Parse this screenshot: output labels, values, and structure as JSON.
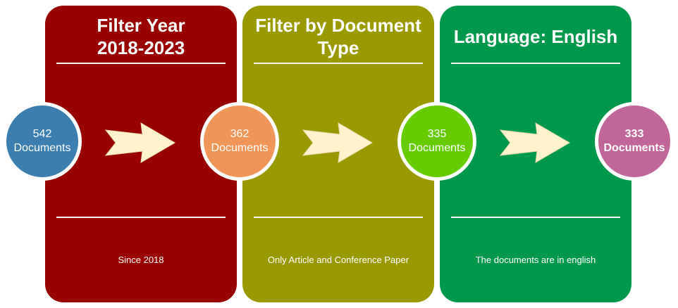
{
  "colors": {
    "panel_1": "#990000",
    "panel_2": "#999900",
    "panel_3": "#00994c",
    "circle_1": "#3b7eaf",
    "circle_2": "#f09558",
    "circle_3": "#66cc00",
    "circle_4": "#c06699",
    "arrow_fill": "#fff2cc"
  },
  "panels": [
    {
      "title_line1": "Filter Year",
      "title_line2": "2018-2023",
      "note": "Since 2018"
    },
    {
      "title_line1": "Filter by Document",
      "title_line2": "Type",
      "note": "Only Article and Conference Paper"
    },
    {
      "title_line1": "Language: English",
      "title_line2": "",
      "note": "The documents are in english"
    }
  ],
  "counts": [
    {
      "value": "542",
      "label": "Documents"
    },
    {
      "value": "362",
      "label": "Documents"
    },
    {
      "value": "335",
      "label": "Documents"
    },
    {
      "value": "333",
      "label": "Documents"
    }
  ],
  "icons": {
    "arrow": "right-arrow-icon"
  }
}
